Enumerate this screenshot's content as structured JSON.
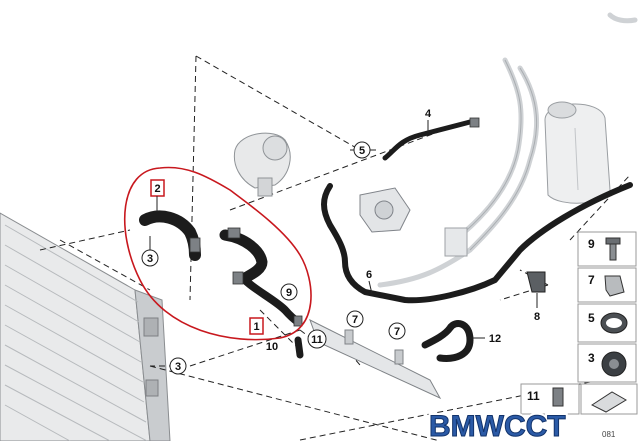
{
  "diagram": {
    "callouts": {
      "c1": "1",
      "c2": "2",
      "c3a": "3",
      "c3b": "3",
      "c4": "4",
      "c5": "5",
      "c6": "6",
      "c7a": "7",
      "c7b": "7",
      "c8": "8",
      "c9": "9",
      "c10": "10",
      "c11": "11",
      "c12": "12"
    },
    "legend": [
      {
        "number": "9",
        "part": "bolt"
      },
      {
        "number": "7",
        "part": "hose-clip"
      },
      {
        "number": "5",
        "part": "hose-clamp"
      },
      {
        "number": "3",
        "part": "grommet"
      },
      {
        "number": "11",
        "part": "retaining-clip"
      }
    ],
    "watermark": "BMWCCT",
    "reference_number": "081"
  },
  "colors": {
    "highlight": "#c8181e",
    "hose": "#1c1c1c",
    "watermark_fill": "#2b5aa6"
  }
}
